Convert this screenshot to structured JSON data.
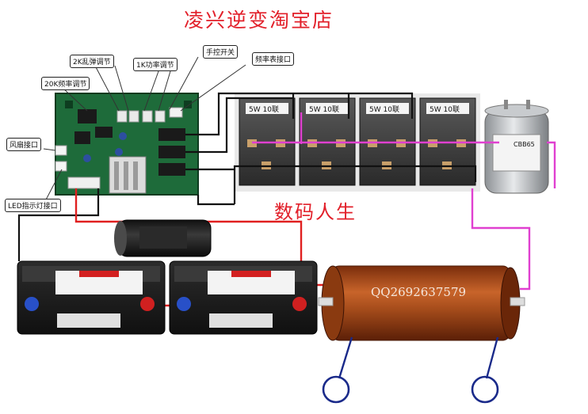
{
  "title": "凌兴逆变淘宝店",
  "watermark": "数码人生",
  "coil_text": "QQ2692637579",
  "board_labels": {
    "pwm_2k": "2K乱弹调节",
    "power_1k": "1K功率调节",
    "manual_switch": "手控开关",
    "freq_meter": "频率表接口",
    "freq_20k": "20K频率调节",
    "fan_port": "风扇接口",
    "led_port": "LED指示灯接口"
  },
  "igbt_modules": [
    {
      "label": "5W 10联"
    },
    {
      "label": "5W 10联"
    },
    {
      "label": "5W 10联"
    },
    {
      "label": "5W 10联"
    }
  ],
  "capacitor_text": "CBB65",
  "colors": {
    "title_red": "#e2202a",
    "wire_black": "#111111",
    "wire_red": "#e02020",
    "wire_magenta": "#e040d0",
    "board_green": "#1e6b3a",
    "coil_copper": "#b3541e"
  }
}
